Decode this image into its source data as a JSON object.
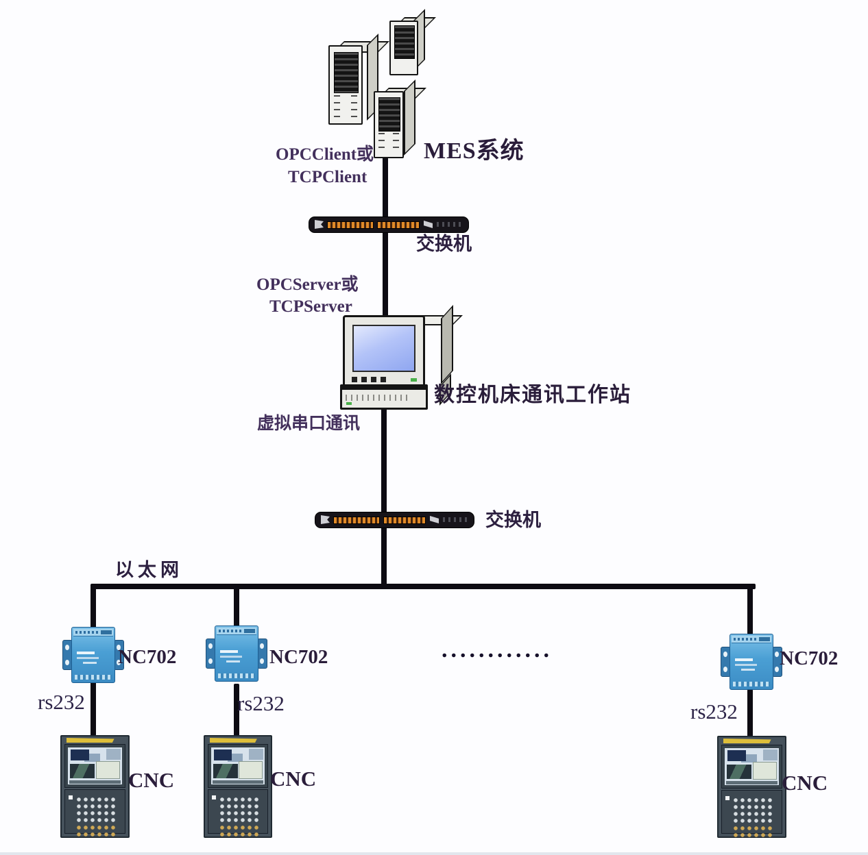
{
  "labels": {
    "client_line1": "OPCClient或",
    "client_line2": "TCPClient",
    "mes": "MES系统",
    "switch_top": "交换机",
    "server_line1": "OPCServer或",
    "server_line2": "TCPServer",
    "workstation": "数控机床通讯工作站",
    "virtual_serial": "虚拟串口通讯",
    "switch_bottom": "交换机",
    "ethernet": "以太网",
    "ellipsis": "............"
  },
  "branches": [
    {
      "device": "NC702",
      "link": "rs232",
      "terminal": "CNC"
    },
    {
      "device": "NC702",
      "link": "rs232",
      "terminal": "CNC"
    },
    {
      "device": "NC702",
      "link": "rs232",
      "terminal": "CNC"
    }
  ],
  "icons": {
    "servers": "server-tower-icon",
    "switch": "rack-switch-icon",
    "workstation": "desktop-computer-icon",
    "nc702": "serial-device-server-icon",
    "cnc": "cnc-controller-icon"
  },
  "colors": {
    "text_purple": "#43305c",
    "text_dark": "#2a1d3a",
    "line_black": "#0d0b12",
    "switch_body": "#17141a",
    "switch_ports_orange": "#e08a28",
    "nc702_blue": "#4a9fd4",
    "nc702_dark_blue": "#3579ad",
    "cnc_body": "#46525c",
    "cnc_yellow": "#ddbe3a",
    "server_gray": "#f1f1ee",
    "screen_blue": "#9db3f0"
  }
}
